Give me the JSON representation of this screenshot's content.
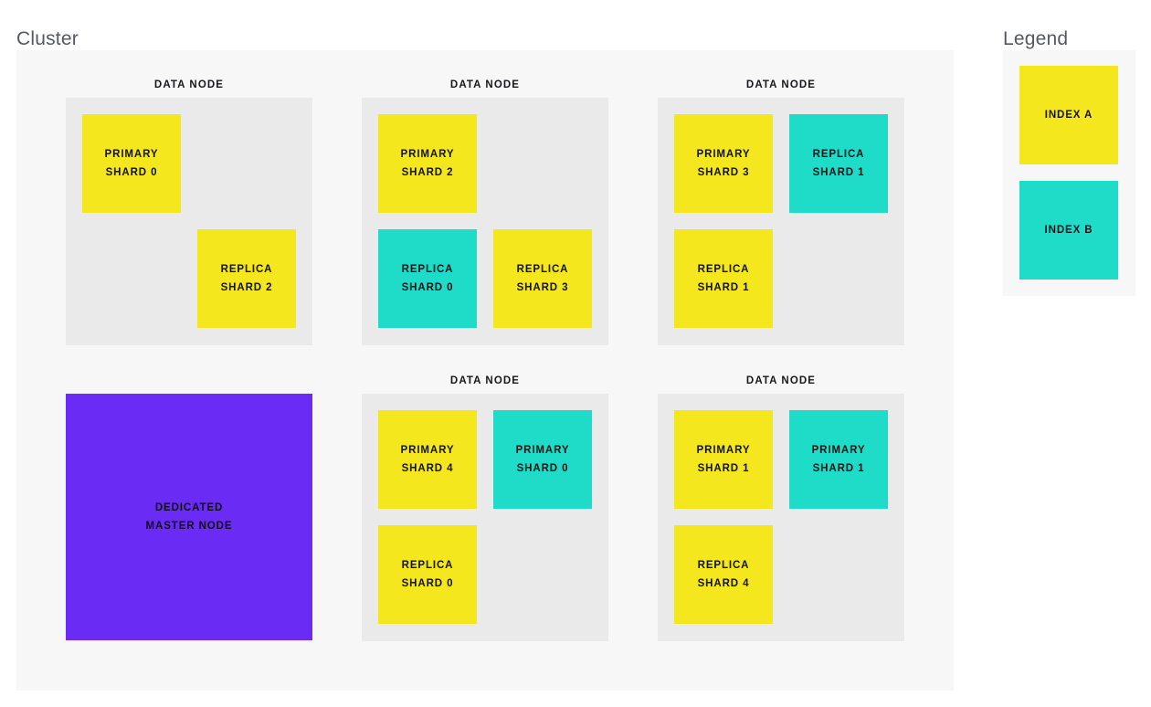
{
  "cluster": {
    "title": "Cluster",
    "node_label": "DATA NODE",
    "nodes": [
      {
        "id": "data-node-1",
        "label": "DATA NODE",
        "row": 0,
        "col": 0,
        "shards": [
          {
            "cell": 0,
            "role": "PRIMARY",
            "shard": "SHARD 0",
            "index": "INDEX A",
            "color": "#f5e71e"
          },
          {
            "cell": 3,
            "role": "REPLICA",
            "shard": "SHARD 2",
            "index": "INDEX A",
            "color": "#f5e71e"
          }
        ]
      },
      {
        "id": "data-node-2",
        "label": "DATA NODE",
        "row": 0,
        "col": 1,
        "shards": [
          {
            "cell": 0,
            "role": "PRIMARY",
            "shard": "SHARD 2",
            "index": "INDEX A",
            "color": "#f5e71e"
          },
          {
            "cell": 2,
            "role": "REPLICA",
            "shard": "SHARD 0",
            "index": "INDEX B",
            "color": "#1fdcc9"
          },
          {
            "cell": 3,
            "role": "REPLICA",
            "shard": "SHARD 3",
            "index": "INDEX A",
            "color": "#f5e71e"
          }
        ]
      },
      {
        "id": "data-node-3",
        "label": "DATA NODE",
        "row": 0,
        "col": 2,
        "shards": [
          {
            "cell": 0,
            "role": "PRIMARY",
            "shard": "SHARD 3",
            "index": "INDEX A",
            "color": "#f5e71e"
          },
          {
            "cell": 1,
            "role": "REPLICA",
            "shard": "SHARD 1",
            "index": "INDEX B",
            "color": "#1fdcc9"
          },
          {
            "cell": 2,
            "role": "REPLICA",
            "shard": "SHARD 1",
            "index": "INDEX A",
            "color": "#f5e71e"
          }
        ]
      },
      {
        "id": "data-node-4",
        "label": "DATA NODE",
        "row": 1,
        "col": 1,
        "shards": [
          {
            "cell": 0,
            "role": "PRIMARY",
            "shard": "SHARD 4",
            "index": "INDEX A",
            "color": "#f5e71e"
          },
          {
            "cell": 1,
            "role": "PRIMARY",
            "shard": "SHARD 0",
            "index": "INDEX B",
            "color": "#1fdcc9"
          },
          {
            "cell": 2,
            "role": "REPLICA",
            "shard": "SHARD 0",
            "index": "INDEX A",
            "color": "#f5e71e"
          }
        ]
      },
      {
        "id": "data-node-5",
        "label": "DATA NODE",
        "row": 1,
        "col": 2,
        "shards": [
          {
            "cell": 0,
            "role": "PRIMARY",
            "shard": "SHARD 1",
            "index": "INDEX A",
            "color": "#f5e71e"
          },
          {
            "cell": 1,
            "role": "PRIMARY",
            "shard": "SHARD 1",
            "index": "INDEX B",
            "color": "#1fdcc9"
          },
          {
            "cell": 2,
            "role": "REPLICA",
            "shard": "SHARD 4",
            "index": "INDEX A",
            "color": "#f5e71e"
          }
        ]
      }
    ],
    "master_node": {
      "id": "dedicated-master-node",
      "line1": "DEDICATED",
      "line2": "MASTER NODE",
      "color": "#6a2bf5"
    }
  },
  "legend": {
    "title": "Legend",
    "items": [
      {
        "label": "INDEX A",
        "color": "#f5e71e"
      },
      {
        "label": "INDEX B",
        "color": "#1fdcc9"
      }
    ]
  },
  "colors": {
    "index_a": "#f5e71e",
    "index_b": "#1fdcc9",
    "master": "#6a2bf5",
    "panel_bg": "#eaeaea",
    "container_bg": "#f7f7f7",
    "page_bg": "#ffffff",
    "title_text": "#54595f",
    "tile_text": "#111214"
  }
}
